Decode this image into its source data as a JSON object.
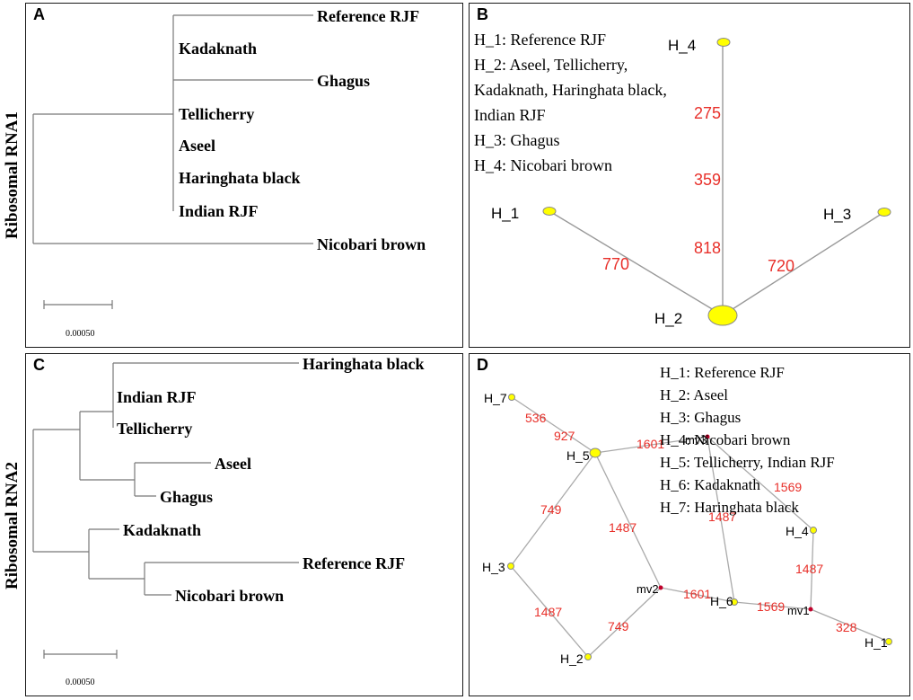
{
  "panels": {
    "A": {
      "letter": "A"
    },
    "B": {
      "letter": "B"
    },
    "C": {
      "letter": "C"
    },
    "D": {
      "letter": "D"
    }
  },
  "row_labels": {
    "top": "Ribosomal RNA1",
    "bottom": "Ribosomal RNA2"
  },
  "treeA": {
    "labels": [
      "Reference RJF",
      "Kadaknath",
      "Ghagus",
      "Tellicherry",
      "Aseel",
      "Haringhata black",
      "Indian RJF",
      "Nicobari brown"
    ],
    "scale": "0.00050"
  },
  "treeC": {
    "labels": [
      "Haringhata black",
      "Indian RJF",
      "Tellicherry",
      "Aseel",
      "Ghagus",
      "Kadaknath",
      "Reference RJF",
      "Nicobari brown"
    ],
    "scale": "0.00050"
  },
  "networkB": {
    "legend": [
      "H_1: Reference RJF",
      "H_2: Aseel, Tellicherry,",
      "Kadaknath, Haringhata black,",
      "Indian RJF",
      "H_3: Ghagus",
      "H_4: Nicobari brown"
    ],
    "nodes": [
      "H_4",
      "H_1",
      "H_3",
      "H_2"
    ],
    "mutations": [
      "275",
      "359",
      "818",
      "770",
      "720"
    ]
  },
  "networkD": {
    "legend": [
      "H_1: Reference RJF",
      "H_2: Aseel",
      "H_3: Ghagus",
      "H_4: Nicobari brown",
      "H_5: Tellicherry, Indian RJF",
      "H_6: Kadaknath",
      "H_7: Haringhata black"
    ],
    "nodes": [
      "H_7",
      "H_5",
      "H_3",
      "H_2",
      "H_6",
      "H_4",
      "H_1"
    ],
    "median_vectors": [
      "mv3",
      "mv2",
      "mv1"
    ],
    "mutations": [
      "536",
      "927",
      "1601",
      "749",
      "1487",
      "1569",
      "1487",
      "1487",
      "1487",
      "749",
      "1601",
      "1569",
      "328"
    ]
  },
  "colors": {
    "node_fill": "#ffff00",
    "mutation_text": "#e8302a",
    "median_vector": "#c0002a",
    "edge": "#999999"
  }
}
